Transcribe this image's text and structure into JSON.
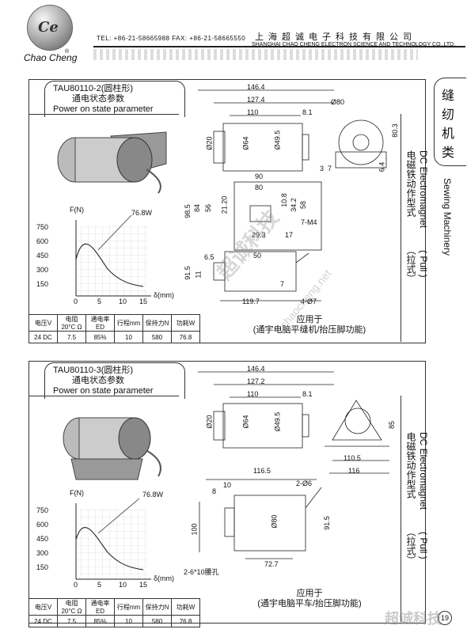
{
  "header": {
    "logo_text": "Chao Cheng",
    "logo_mark": "Ce",
    "phone": "TEL: +86-21-58665988 FAX: +86-21-58665550",
    "company_cn": "上海超诚电子科技有限公司",
    "company_en": "SHANGHAI CHAO CHENG ELECTRON SCIENCE AND TECHNOLOGY CO.,LTD.",
    "registered": "®"
  },
  "category": {
    "cn": "缝纫机类",
    "en": "Sewing Machinery"
  },
  "product_type": {
    "cn": "电磁铁动作型式",
    "en": "DC Electromagnet",
    "action_cn": "（拉式）",
    "action_en": "( Pull )"
  },
  "table_headers": [
    "电压V",
    "电阻 20°C Ω",
    "通电率ED",
    "行程mm",
    "保持力N",
    "功耗W"
  ],
  "products": [
    {
      "model": "TAU80110-2(圆柱形)",
      "state_cn": "通电状态参数",
      "state_en": "Power on state parameter",
      "graph": {
        "ylabel": "F(N)",
        "xlabel": "δ(mm)",
        "yticks": [
          "750",
          "600",
          "450",
          "300",
          "150"
        ],
        "xticks": [
          "0",
          "5",
          "10",
          "15"
        ],
        "curve_label": "76.8W"
      },
      "specs": [
        "24 DC",
        "7.5",
        "85%",
        "10",
        "580",
        "76.8"
      ],
      "applied_title": "应用于",
      "applied_desc": "(通宇电脑平缝机/抬压脚功能)",
      "dims": [
        "146.4",
        "127.4",
        "110",
        "8.1",
        "Ø80",
        "80.3",
        "Ø20",
        "Ø64",
        "Ø49.5",
        "3",
        "7",
        "6.4",
        "90",
        "80",
        "10.8",
        "98.5",
        "84",
        "56",
        "21.20",
        "34.2",
        "58",
        "7-M4",
        "29.3",
        "17",
        "6.5",
        "50",
        "91.5",
        "11",
        "7",
        "4-Ø7",
        "119.7"
      ]
    },
    {
      "model": "TAU80110-3(圆柱形)",
      "state_cn": "通电状态参数",
      "state_en": "Power on state parameter",
      "graph": {
        "ylabel": "F(N)",
        "xlabel": "δ(mm)",
        "yticks": [
          "750",
          "600",
          "450",
          "300",
          "150"
        ],
        "xticks": [
          "0",
          "5",
          "10",
          "15"
        ],
        "curve_label": "76.8W"
      },
      "specs": [
        "24 DC",
        "7.5",
        "85%",
        "10",
        "580",
        "76.8"
      ],
      "applied_title": "应用于",
      "applied_desc": "(通宇电脑平车/抬压脚功能)",
      "dims": [
        "146.4",
        "127.2",
        "110",
        "8.1",
        "Ø20",
        "Ø64",
        "Ø49.5",
        "85",
        "110.5",
        "116",
        "116.5",
        "10",
        "8",
        "2-Ø6",
        "Ø80",
        "100",
        "91.5",
        "72.7",
        "2-6*10腰孔"
      ]
    }
  ],
  "watermark": {
    "text_cn": "超诚科技",
    "text_en": "chaocheng.net"
  },
  "page_number": "19"
}
